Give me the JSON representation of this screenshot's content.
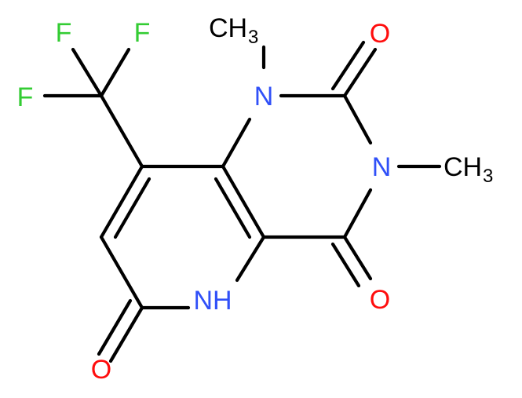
{
  "molecule": {
    "atoms": [
      {
        "id": "F1",
        "text": "F",
        "color": "#33cc33"
      },
      {
        "id": "F2",
        "text": "F",
        "color": "#33cc33"
      },
      {
        "id": "F3",
        "text": "F",
        "color": "#33cc33"
      },
      {
        "id": "CH3a",
        "text": "CH",
        "sub": "3",
        "color": "#000000"
      },
      {
        "id": "N1",
        "text": "N",
        "color": "#3050f8"
      },
      {
        "id": "O1",
        "text": "O",
        "color": "#ff0d0d"
      },
      {
        "id": "N3",
        "text": "N",
        "color": "#3050f8"
      },
      {
        "id": "CH3b",
        "text": "CH",
        "sub": "3",
        "color": "#000000"
      },
      {
        "id": "O2",
        "text": "O",
        "color": "#ff0d0d"
      },
      {
        "id": "NH",
        "text": "NH",
        "color": "#3050f8"
      },
      {
        "id": "O3",
        "text": "O",
        "color": "#ff0d0d"
      }
    ]
  }
}
